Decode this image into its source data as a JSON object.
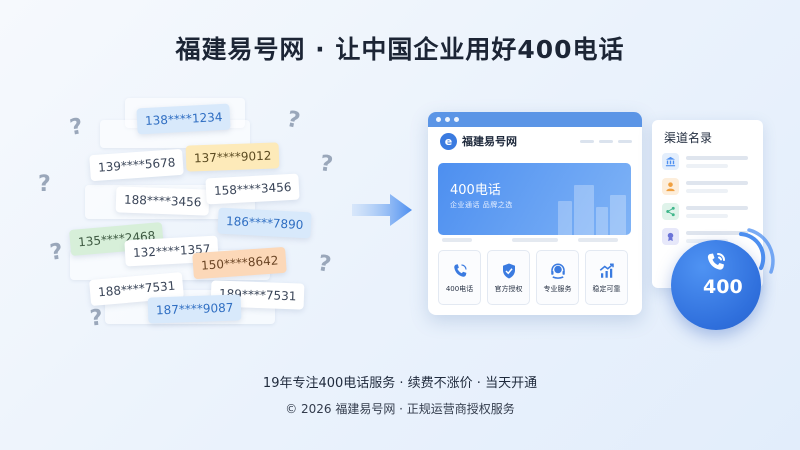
{
  "headline": "福建易号网 · 让中国企业用好400电话",
  "phone_chips": [
    {
      "text": "138****1234",
      "style": "blue"
    },
    {
      "text": "139****5678",
      "style": "white"
    },
    {
      "text": "137****9012",
      "style": "yellow"
    },
    {
      "text": "188****3456",
      "style": "white"
    },
    {
      "text": "158****3456",
      "style": "white"
    },
    {
      "text": "186****7890",
      "style": "blue"
    },
    {
      "text": "135****2468",
      "style": "green"
    },
    {
      "text": "132****1357",
      "style": "white"
    },
    {
      "text": "150****8642",
      "style": "orange"
    },
    {
      "text": "188****7531",
      "style": "white"
    },
    {
      "text": "189****7531",
      "style": "white"
    },
    {
      "text": "187****9087",
      "style": "blue"
    }
  ],
  "question_mark": "?",
  "window": {
    "brand": "福建易号网",
    "logo_letter": "e",
    "banner_title": "400电话",
    "banner_sub": "企业通话  品牌之选",
    "services": [
      {
        "label": "400电话",
        "icon": "phone-icon"
      },
      {
        "label": "官方授权",
        "icon": "shield-check-icon"
      },
      {
        "label": "专业服务",
        "icon": "headset-icon"
      },
      {
        "label": "稳定可靠",
        "icon": "trend-chart-icon"
      }
    ]
  },
  "panel": {
    "title": "渠道名录",
    "items": [
      {
        "icon": "bank-icon",
        "color": "#4d8ff0",
        "bg": "#e3eefc"
      },
      {
        "icon": "user-icon",
        "color": "#f0a040",
        "bg": "#fdeedb"
      },
      {
        "icon": "share-icon",
        "color": "#3fb68b",
        "bg": "#dff3ea"
      },
      {
        "icon": "certificate-icon",
        "color": "#6b74d8",
        "bg": "#e7e8fa"
      }
    ]
  },
  "badge": {
    "text": "400",
    "icon": "phone-call-icon"
  },
  "tagline": "19年专注400电话服务 · 续费不涨价 · 当天开通",
  "copyright": "© 2026 福建易号网 · 正规运营商授权服务",
  "colors": {
    "accent": "#3b7be0",
    "accent_light": "#7fb3f6"
  }
}
